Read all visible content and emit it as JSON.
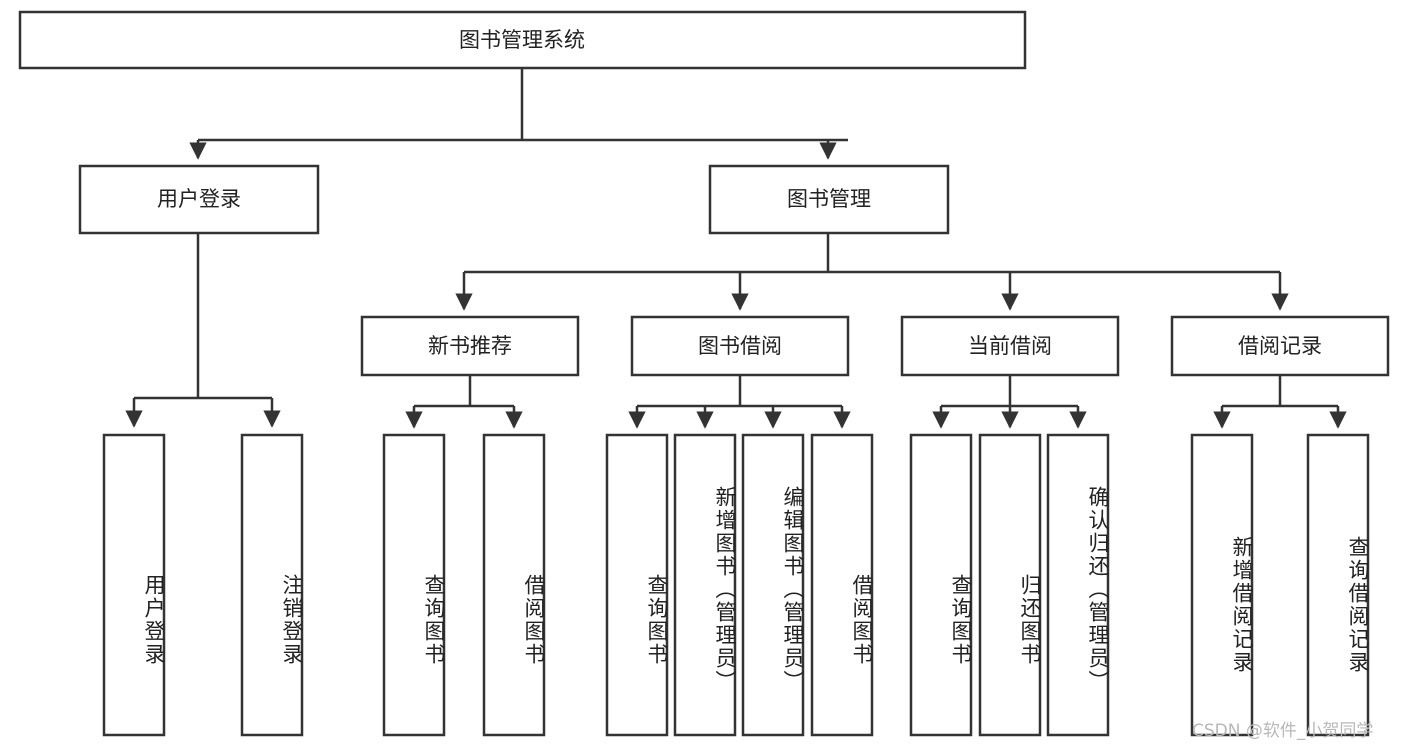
{
  "diagram": {
    "title_node": {
      "label": "图书管理系统"
    },
    "level1": [
      {
        "label": "用户登录"
      },
      {
        "label": "图书管理"
      }
    ],
    "level2": [
      {
        "label": "新书推荐"
      },
      {
        "label": "图书借阅"
      },
      {
        "label": "当前借阅"
      },
      {
        "label": "借阅记录"
      }
    ],
    "leaves": [
      {
        "label": "用户登录"
      },
      {
        "label": "注销登录"
      },
      {
        "label": "查询图书"
      },
      {
        "label": "借阅图书"
      },
      {
        "label": "查询图书"
      },
      {
        "label": "新增图书（管理员）"
      },
      {
        "label": "编辑图书（管理员）"
      },
      {
        "label": "借阅图书"
      },
      {
        "label": "查询图书"
      },
      {
        "label": "归还图书"
      },
      {
        "label": "确认归还（管理员）"
      },
      {
        "label": "新增借阅记录"
      },
      {
        "label": "查询借阅记录"
      }
    ]
  },
  "watermark": {
    "text": "CSDN @软件_小贺同学"
  },
  "colors": {
    "stroke": "#333333",
    "fill": "#ffffff",
    "text": "#222222",
    "watermark": "#b8b8b8"
  }
}
